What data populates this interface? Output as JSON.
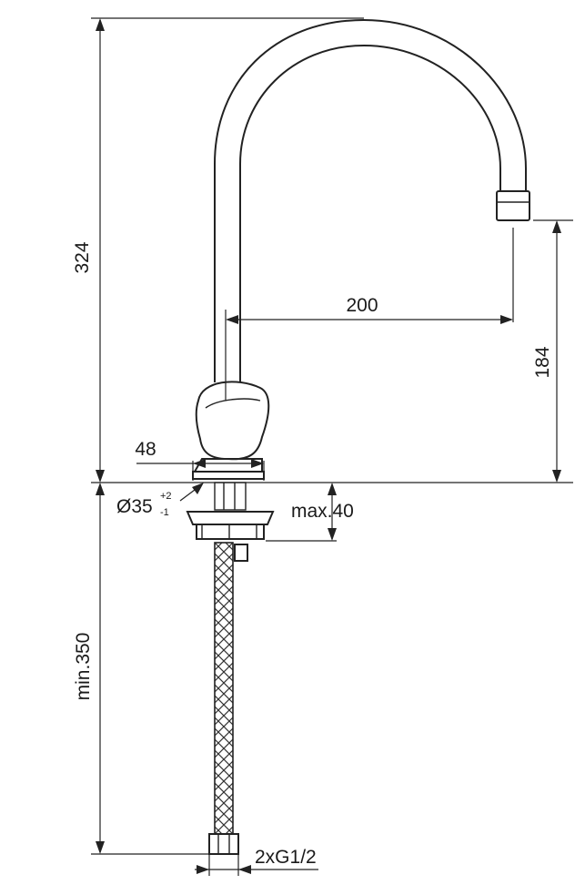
{
  "dimensions": {
    "spout_height": "324",
    "spout_reach": "200",
    "outlet_height": "184",
    "base_width": "48",
    "hole_diameter": "Ø35",
    "hole_tol_plus": "+2",
    "hole_tol_minus": "-1",
    "max_deck": "max.40",
    "hose_length": "min.350",
    "connection": "2xG1/2"
  }
}
